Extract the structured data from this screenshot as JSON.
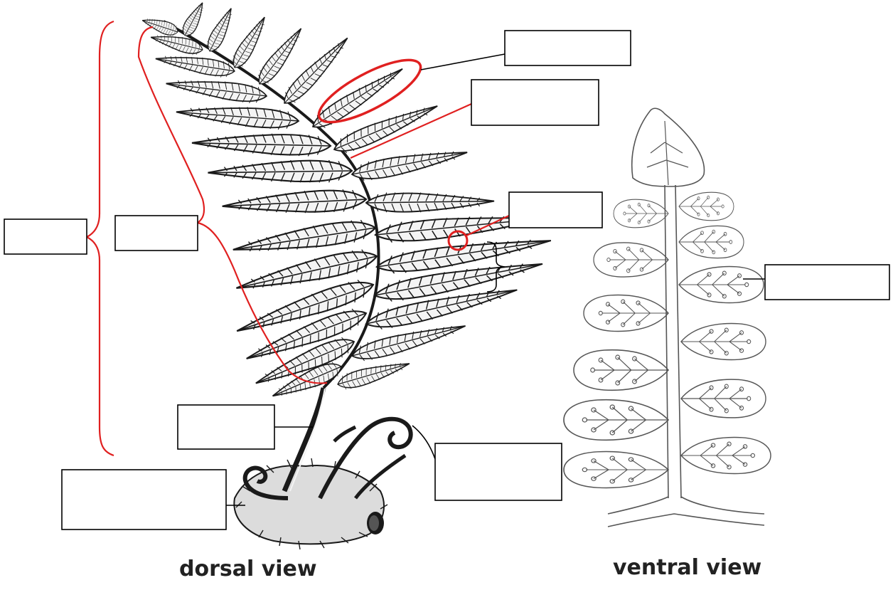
{
  "views": {
    "dorsal": "dorsal view",
    "ventral": "ventral view"
  },
  "label_boxes": [
    {
      "id": "label-box-whole-frond",
      "text": ""
    },
    {
      "id": "label-box-blade",
      "text": ""
    },
    {
      "id": "label-box-pinna",
      "text": ""
    },
    {
      "id": "label-box-rachis",
      "text": ""
    },
    {
      "id": "label-box-sorus",
      "text": ""
    },
    {
      "id": "label-box-ventral-sori",
      "text": ""
    },
    {
      "id": "label-box-stipe",
      "text": ""
    },
    {
      "id": "label-box-fiddlehead",
      "text": ""
    },
    {
      "id": "label-box-rhizome",
      "text": ""
    }
  ],
  "colors": {
    "highlight": "#e02020",
    "ink": "#1a1a1a",
    "box_border": "#000000",
    "background": "#ffffff"
  }
}
